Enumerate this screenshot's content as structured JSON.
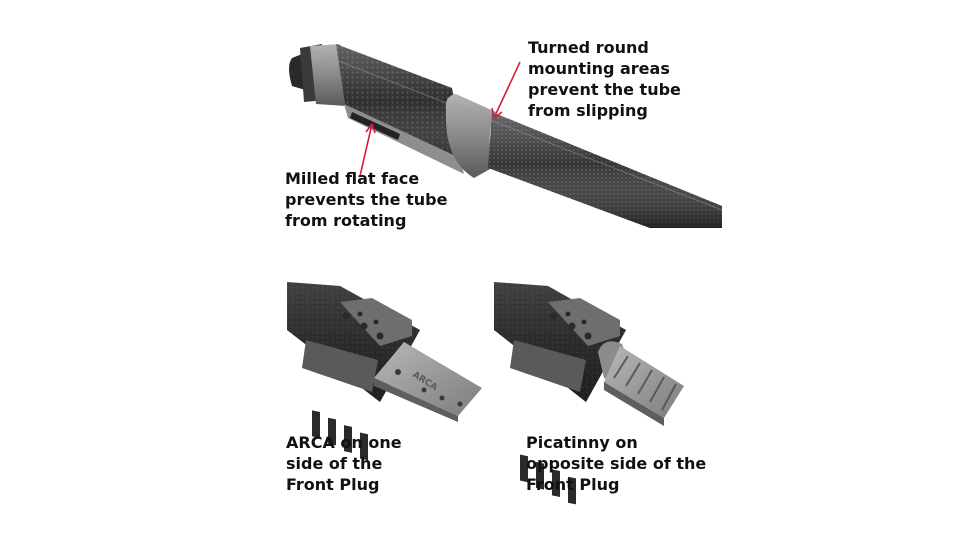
{
  "captions": {
    "turned": {
      "lines": [
        "Turned round",
        "mounting areas",
        "prevent the tube",
        "from slipping"
      ]
    },
    "milled": {
      "lines": [
        "Milled flat face",
        "prevents the tube",
        "from rotating"
      ]
    },
    "arca": {
      "lines": [
        "ARCA on one",
        "side of the",
        "Front Plug"
      ]
    },
    "picatinny": {
      "lines": [
        "Picatinny on",
        "opposite side of the",
        "Front Plug"
      ]
    }
  },
  "engraving": {
    "arca_plate": "ARCA"
  },
  "colors": {
    "arrow": "#d0213b",
    "tube_dark": "#2b2b2d",
    "tube_mid": "#555557",
    "metal_light": "#9a9a9c",
    "background": "#ffffff"
  }
}
